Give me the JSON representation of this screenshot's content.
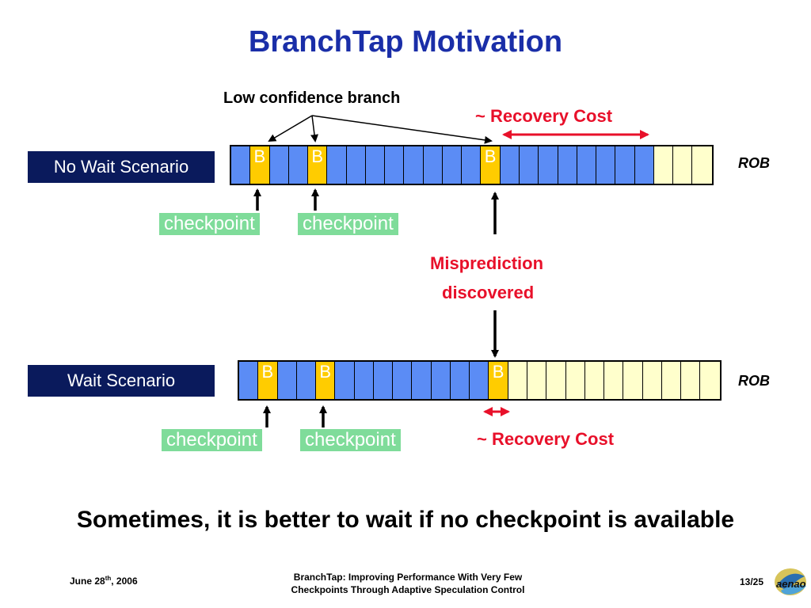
{
  "title": "BranchTap Motivation",
  "annotations": {
    "low_confidence": "Low confidence branch",
    "recovery_cost_top": "~ Recovery Cost",
    "misprediction_line1": "Misprediction",
    "misprediction_line2": "discovered",
    "recovery_cost_bottom": "~ Recovery Cost"
  },
  "scenarios": {
    "no_wait": {
      "label": "No Wait Scenario",
      "rob_label": "ROB",
      "cells": [
        "",
        "B",
        "",
        "",
        "B",
        "",
        "",
        "",
        "",
        "",
        "",
        "",
        "",
        "B",
        "",
        "",
        "",
        "",
        "",
        "",
        "",
        "",
        "",
        "",
        ""
      ],
      "cell_kinds": [
        "f",
        "b",
        "f",
        "f",
        "b",
        "f",
        "f",
        "f",
        "f",
        "f",
        "f",
        "f",
        "f",
        "b",
        "f",
        "f",
        "f",
        "f",
        "f",
        "f",
        "f",
        "f",
        "e",
        "e",
        "e"
      ],
      "checkpoints": [
        "checkpoint",
        "checkpoint"
      ]
    },
    "wait": {
      "label": "Wait Scenario",
      "rob_label": "ROB",
      "cells": [
        "",
        "B",
        "",
        "",
        "B",
        "",
        "",
        "",
        "",
        "",
        "",
        "",
        "",
        "B",
        "",
        "",
        "",
        "",
        "",
        "",
        "",
        "",
        "",
        "",
        ""
      ],
      "cell_kinds": [
        "f",
        "b",
        "f",
        "f",
        "b",
        "f",
        "f",
        "f",
        "f",
        "f",
        "f",
        "f",
        "f",
        "b",
        "e",
        "e",
        "e",
        "e",
        "e",
        "e",
        "e",
        "e",
        "e",
        "e",
        "e"
      ],
      "checkpoints": [
        "checkpoint",
        "checkpoint"
      ]
    }
  },
  "conclusion": "Sometimes, it is better to wait if no checkpoint is available",
  "footer": {
    "date_prefix": "June 28",
    "date_sup": "th",
    "date_suffix": ", 2006",
    "paper_line1": "BranchTap: Improving Performance With Very Few",
    "paper_line2": "Checkpoints Through Adaptive Speculation Control",
    "page": "13/25",
    "logo_text": "aenao"
  },
  "colors": {
    "filled_cell": "#5b8cf5",
    "branch_cell": "#ffcc00",
    "empty_cell": "#ffffcc",
    "checkpoint_bg": "#7fdc9a",
    "accent_red": "#e8102a",
    "title_blue": "#1a2ea8",
    "label_bg": "#0a1a5c"
  }
}
